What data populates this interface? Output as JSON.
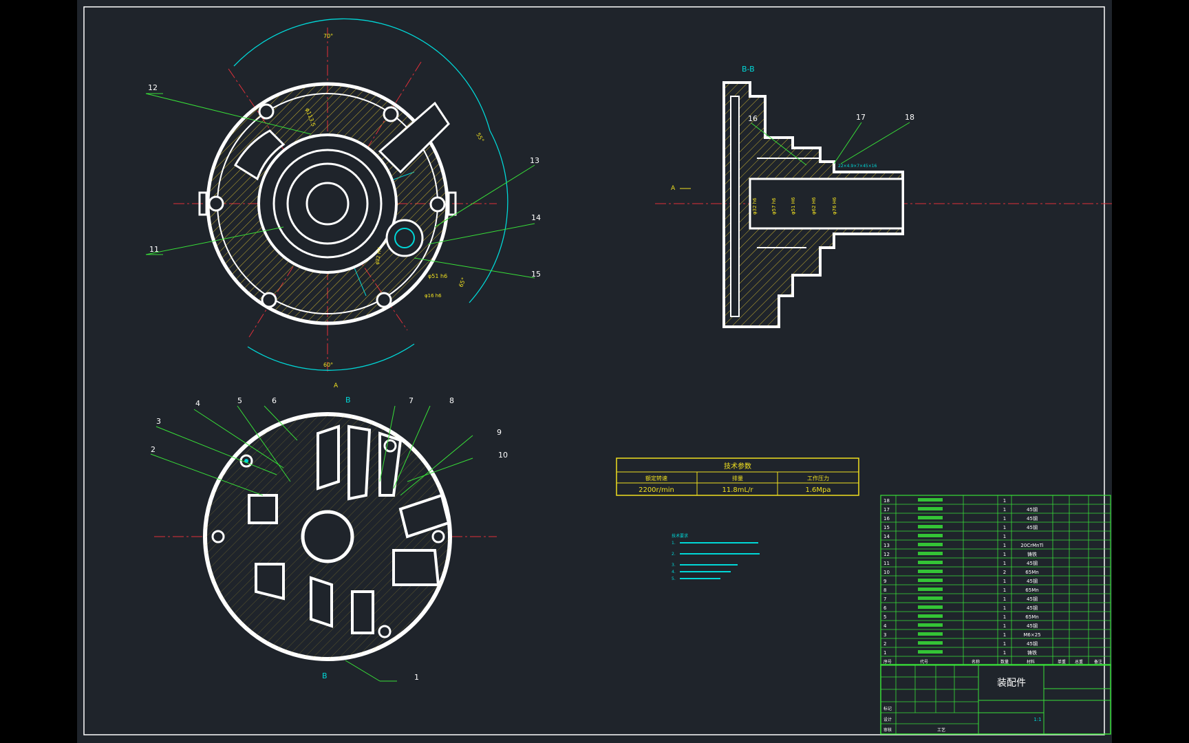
{
  "colors": {
    "background": "#1f242b",
    "outline": "#ffffff",
    "centerline": "#e0303a",
    "dimension": "#00d8d8",
    "leader": "#38e038",
    "text_yellow": "#f0e020",
    "hatch": "#c8b030"
  },
  "views": {
    "section_label": "B-B",
    "cut_top": "A",
    "cut_left": "A",
    "cut_b_top": "B",
    "cut_b_bottom": "B"
  },
  "dimensions": {
    "angle_top": "70°",
    "angle_right": "55°",
    "angle_bottom": "60°",
    "angle_lower_right": "65°",
    "d1135": "φ113.5",
    "d22": "φ22 H7",
    "d51": "φ51 h6",
    "d16": "φ16 h6",
    "spline": "22×4.9×7×45×16",
    "section_dims": [
      "φ32 h6",
      "φ57 h6",
      "φ51 H6",
      "φ62 H6",
      "φ76 H6"
    ]
  },
  "balloons": [
    "1",
    "2",
    "3",
    "4",
    "5",
    "6",
    "7",
    "8",
    "9",
    "10",
    "11",
    "12",
    "13",
    "14",
    "15",
    "16",
    "17",
    "18"
  ],
  "tech_params": {
    "title": "技术参数",
    "headers": [
      "额定转速",
      "排量",
      "工作压力"
    ],
    "values": [
      "2200r/min",
      "11.8mL/r",
      "1.6Mpa"
    ]
  },
  "notes": {
    "title": "技术要求",
    "lines": [
      "1.",
      "2.",
      "3.",
      "4.",
      "5."
    ]
  },
  "bom": [
    {
      "no": "18",
      "qty": "1",
      "mat": ""
    },
    {
      "no": "17",
      "qty": "1",
      "mat": "45钢"
    },
    {
      "no": "16",
      "qty": "1",
      "mat": "45钢"
    },
    {
      "no": "15",
      "qty": "1",
      "mat": "45钢"
    },
    {
      "no": "14",
      "qty": "1",
      "mat": ""
    },
    {
      "no": "13",
      "qty": "1",
      "mat": "20CrMnTi"
    },
    {
      "no": "12",
      "qty": "1",
      "mat": "铸铁"
    },
    {
      "no": "11",
      "qty": "1",
      "mat": "45钢"
    },
    {
      "no": "10",
      "qty": "2",
      "mat": "65Mn"
    },
    {
      "no": "9",
      "qty": "1",
      "mat": "45钢"
    },
    {
      "no": "8",
      "qty": "1",
      "mat": "65Mn"
    },
    {
      "no": "7",
      "qty": "1",
      "mat": "45钢"
    },
    {
      "no": "6",
      "qty": "1",
      "mat": "45钢"
    },
    {
      "no": "5",
      "qty": "1",
      "mat": "65Mn"
    },
    {
      "no": "4",
      "qty": "1",
      "mat": "45钢"
    },
    {
      "no": "3",
      "qty": "1",
      "mat": "M6×25"
    },
    {
      "no": "2",
      "qty": "1",
      "mat": "45钢"
    },
    {
      "no": "1",
      "qty": "1",
      "mat": "铸铁"
    }
  ],
  "bom_headers": [
    "序号",
    "代号",
    "名称",
    "数量",
    "材料",
    "单重",
    "总重",
    "备注"
  ],
  "title_block": {
    "name": "装配件",
    "scale": "1:1",
    "row_labels": [
      "标记",
      "设计",
      "审核",
      "工艺"
    ]
  }
}
